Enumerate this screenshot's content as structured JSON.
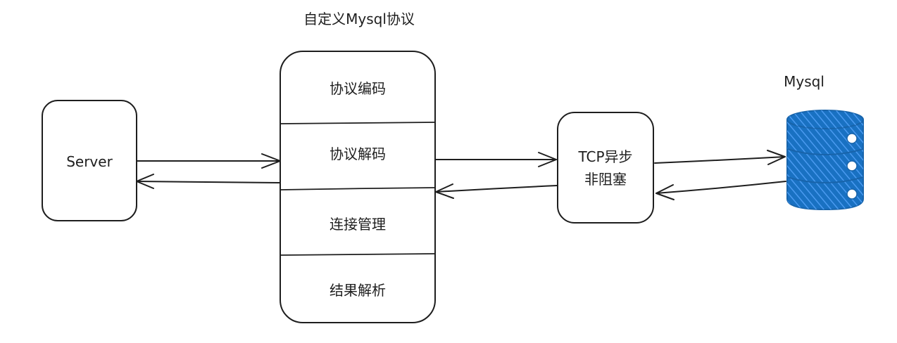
{
  "protocol_title": "自定义Mysql协议",
  "server": {
    "label": "Server"
  },
  "protocol_layers": [
    "协议编码",
    "协议解码",
    "连接管理",
    "结果解析"
  ],
  "tcp": {
    "line1": "TCP异步",
    "line2": "非阻塞"
  },
  "database": {
    "label": "Mysql"
  },
  "colors": {
    "stroke": "#1e1e1e",
    "db_fill": "#1971c2",
    "db_hatch": "#4a9af0",
    "db_stroke": "#1864ab"
  }
}
